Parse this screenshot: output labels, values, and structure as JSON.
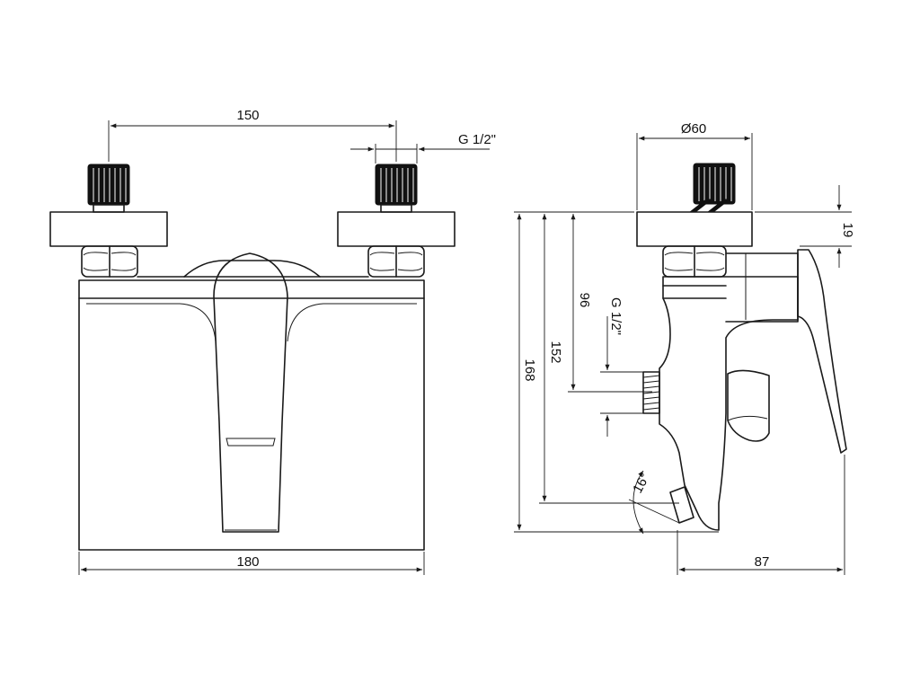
{
  "labels": {
    "spacing": "150",
    "thread_top": "G 1/2\"",
    "width": "180",
    "diameter": "Ø60",
    "plate": "19",
    "depth": "87",
    "h96": "96",
    "h152": "152",
    "h168": "168",
    "thread_side": "G 1/2\"",
    "angle": "16°"
  }
}
